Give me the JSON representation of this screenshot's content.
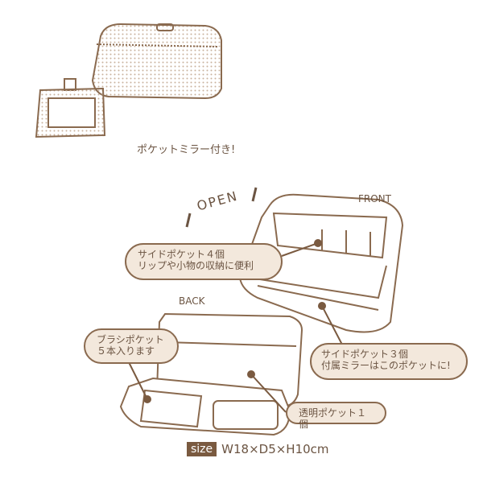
{
  "caption_mirror": "ポケットミラー付き!",
  "open_label": "OPEN",
  "front_label": "FRONT",
  "back_label": "BACK",
  "callouts": [
    {
      "line1": "サイドポケット４個",
      "line2": "リップや小物の収納に便利"
    },
    {
      "line1": "ブラシポケット",
      "line2": "５本入ります"
    },
    {
      "line1": "サイドポケット３個",
      "line2": "付属ミラーはこのポケットに!"
    },
    {
      "line1": "透明ポケット１個"
    }
  ],
  "size": {
    "tag": "size",
    "value": "W18×D5×H10cm"
  },
  "colors": {
    "outline": "#8a6a4f",
    "bubble": "#f3e8dc",
    "text": "#6b5442"
  }
}
